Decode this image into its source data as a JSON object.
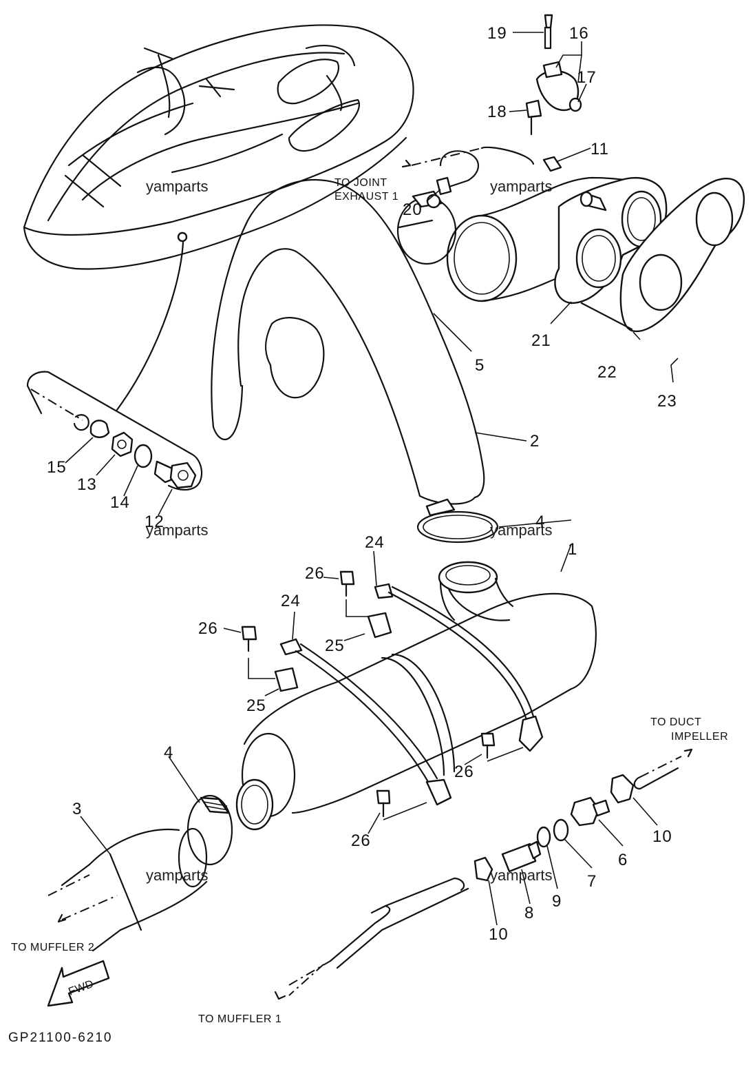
{
  "callouts": [
    "1",
    "2",
    "3",
    "4",
    "4",
    "5",
    "6",
    "7",
    "8",
    "9",
    "10",
    "10",
    "11",
    "12",
    "13",
    "14",
    "15",
    "16",
    "17",
    "18",
    "19",
    "20",
    "21",
    "22",
    "23",
    "24",
    "24",
    "25",
    "25",
    "26",
    "26",
    "26",
    "26"
  ],
  "notes": {
    "to_joint_exhaust_1": [
      "TO JOINT",
      "EXHAUST 1"
    ],
    "to_duct_impeller": [
      "TO DUCT",
      "IMPELLER"
    ],
    "to_muffler_2": "TO MUFFLER 2",
    "to_muffler_1": "TO MUFFLER 1"
  },
  "fwd_badge": "FWD",
  "watermark": "yamparts",
  "figure_code": "GP21100-6210",
  "colors": {
    "ink": "#111111",
    "paper": "#ffffff"
  }
}
